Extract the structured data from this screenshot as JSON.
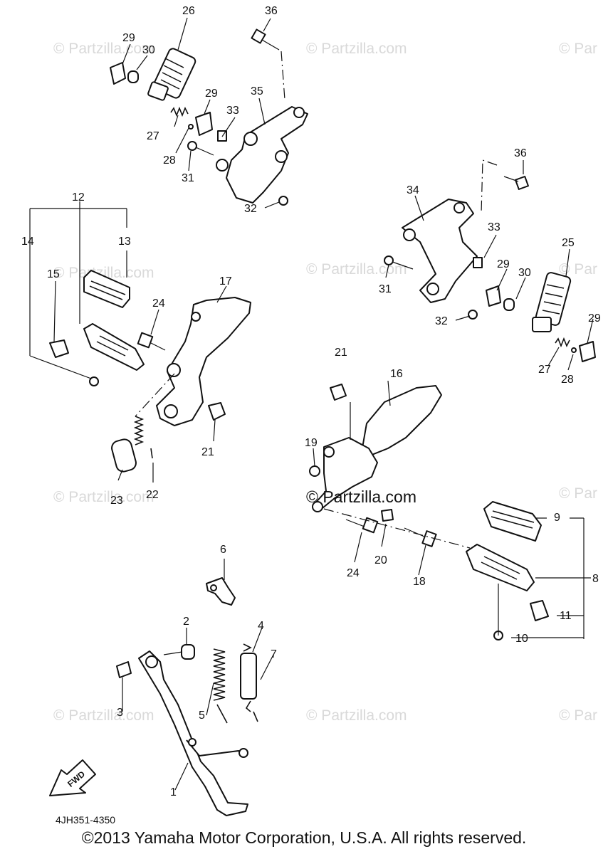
{
  "watermark": "© Partzilla.com",
  "watermark_clipped": "© Par",
  "center_watermark": "© Partzilla.com",
  "callouts": {
    "c1": "1",
    "c2": "2",
    "c3": "3",
    "c4": "4",
    "c5": "5",
    "c6": "6",
    "c7": "7",
    "c8": "8",
    "c9": "9",
    "c10": "10",
    "c11": "11",
    "c12": "12",
    "c13": "13",
    "c14": "14",
    "c15": "15",
    "c16": "16",
    "c17": "17",
    "c18": "18",
    "c19": "19",
    "c20": "20",
    "c21a": "21",
    "c21b": "21",
    "c22": "22",
    "c23": "23",
    "c24a": "24",
    "c24b": "24",
    "c25": "25",
    "c26": "26",
    "c27a": "27",
    "c27b": "27",
    "c28a": "28",
    "c28b": "28",
    "c29a": "29",
    "c29b": "29",
    "c29c": "29",
    "c29d": "29",
    "c30a": "30",
    "c30b": "30",
    "c31a": "31",
    "c31b": "31",
    "c32a": "32",
    "c32b": "32",
    "c33a": "33",
    "c33b": "33",
    "c34": "34",
    "c35": "35",
    "c36a": "36",
    "c36b": "36"
  },
  "fwd_arrow_label": "FWD",
  "catalog_number": "4JH351-4350",
  "copyright": "©2013 Yamaha Motor Corporation, U.S.A. All rights reserved."
}
